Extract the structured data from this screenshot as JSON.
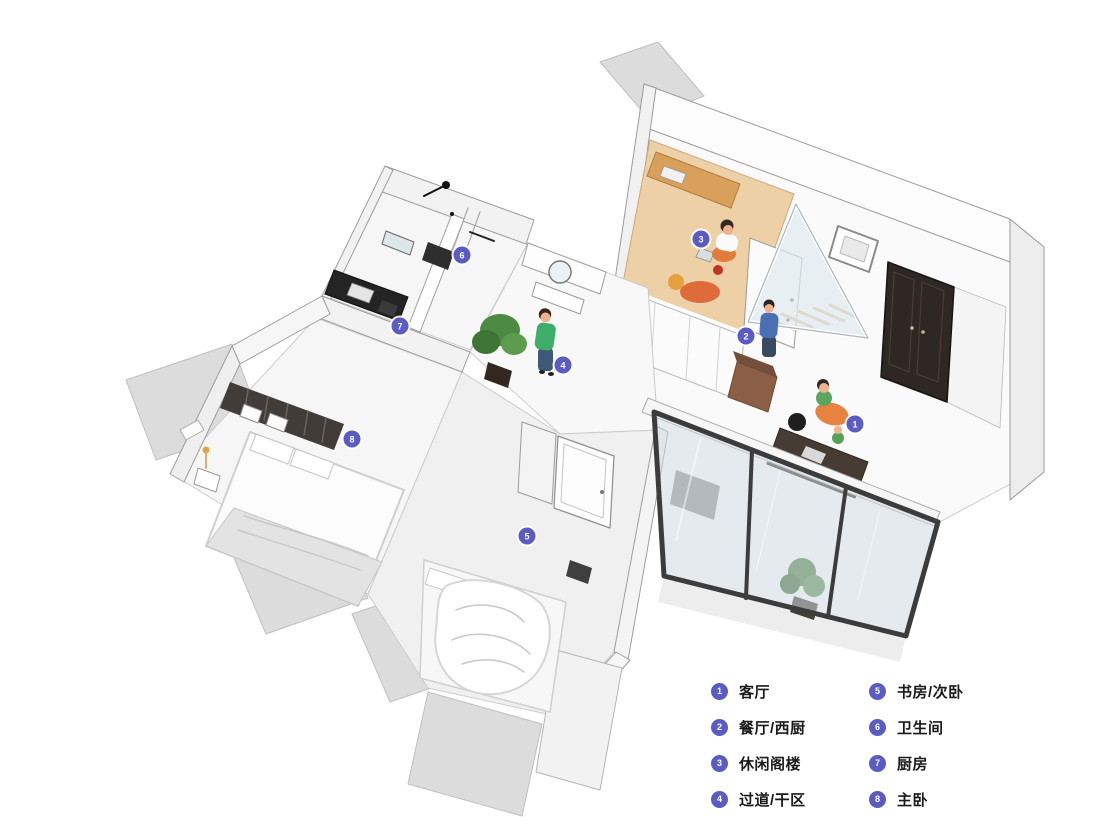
{
  "colors": {
    "marker": "#5a5cc4",
    "marker_text": "#ffffff",
    "legend_text": "#1a1a1a"
  },
  "plan_markers": [
    {
      "num": "1",
      "room": "客厅"
    },
    {
      "num": "2",
      "room": "餐厅/西厨"
    },
    {
      "num": "3",
      "room": "休闲阁楼"
    },
    {
      "num": "4",
      "room": "过道/干区"
    },
    {
      "num": "5",
      "room": "书房/次卧"
    },
    {
      "num": "6",
      "room": "卫生间"
    },
    {
      "num": "7",
      "room": "厨房"
    },
    {
      "num": "8",
      "room": "主卧"
    }
  ],
  "legend": {
    "col1": [
      {
        "num": "1",
        "label": "客厅"
      },
      {
        "num": "2",
        "label": "餐厅/西厨"
      },
      {
        "num": "3",
        "label": "休闲阁楼"
      },
      {
        "num": "4",
        "label": "过道/干区"
      }
    ],
    "col2": [
      {
        "num": "5",
        "label": "书房/次卧"
      },
      {
        "num": "6",
        "label": "卫生间"
      },
      {
        "num": "7",
        "label": "厨房"
      },
      {
        "num": "8",
        "label": "主卧"
      }
    ]
  }
}
